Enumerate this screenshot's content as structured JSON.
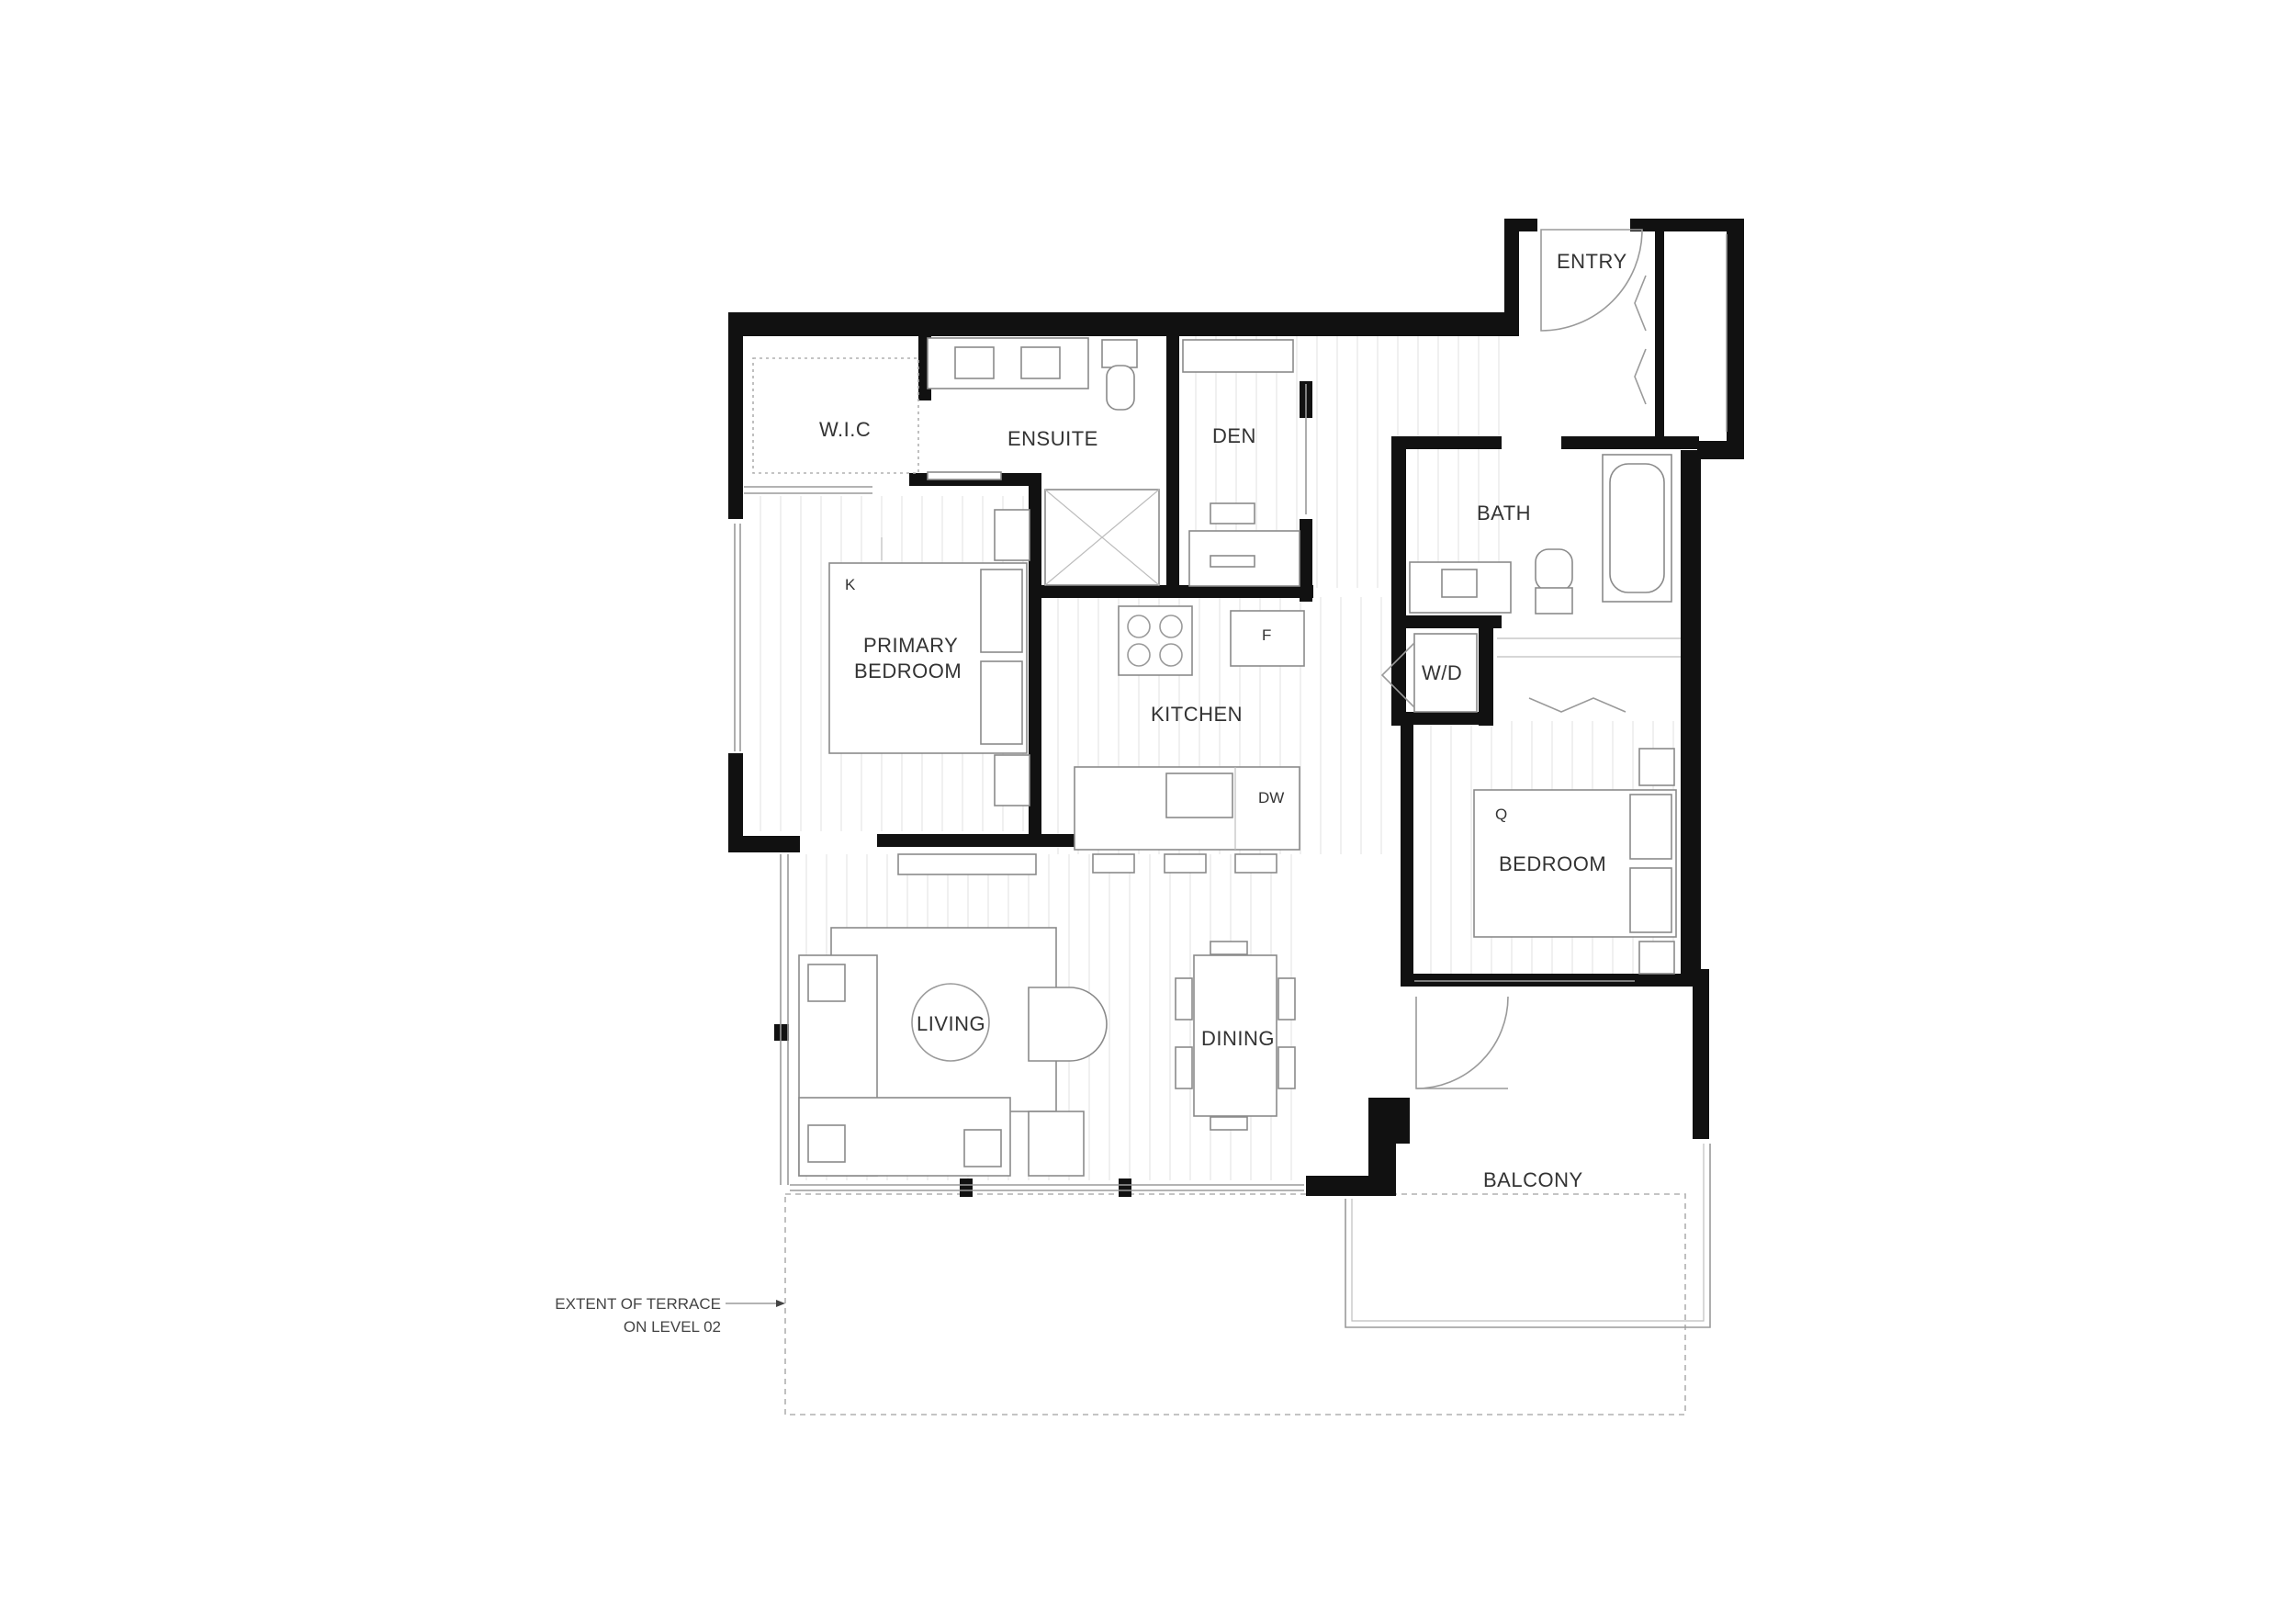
{
  "rooms": {
    "entry": "ENTRY",
    "wic": "W.I.C",
    "ensuite": "ENSUITE",
    "den": "DEN",
    "bath": "BATH",
    "primary_bedroom_line1": "PRIMARY",
    "primary_bedroom_line2": "BEDROOM",
    "kitchen": "KITCHEN",
    "wd": "W/D",
    "bedroom": "BEDROOM",
    "living": "LIVING",
    "dining": "DINING",
    "balcony": "BALCONY"
  },
  "fixtures": {
    "fridge": "F",
    "dishwasher": "DW",
    "primary_bed_size": "K",
    "bedroom_bed_size": "Q"
  },
  "notes": {
    "terrace_line1": "EXTENT OF TERRACE",
    "terrace_line2": "ON LEVEL 02"
  }
}
